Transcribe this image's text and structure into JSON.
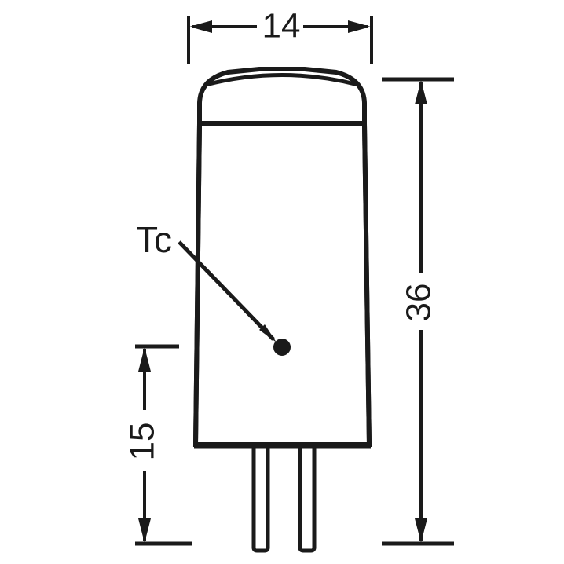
{
  "drawing": {
    "title": "G4 LED lamp dimensional drawing",
    "units": "mm",
    "background_color": "#ffffff",
    "line_color": "#1a1a1a"
  },
  "dimensions": {
    "width": {
      "value": "14",
      "orientation": "horizontal",
      "position": "top"
    },
    "height": {
      "value": "36",
      "orientation": "vertical-rotated",
      "position": "right"
    },
    "pin_height": {
      "value": "15",
      "orientation": "vertical-rotated",
      "position": "left"
    }
  },
  "annotations": {
    "tc_label": {
      "text": "Tc",
      "description": "case temperature measurement point"
    }
  },
  "component": {
    "bulb_body": "tapered-capsule",
    "dome": "rounded-top",
    "pins": 2,
    "base_type": "G4"
  }
}
